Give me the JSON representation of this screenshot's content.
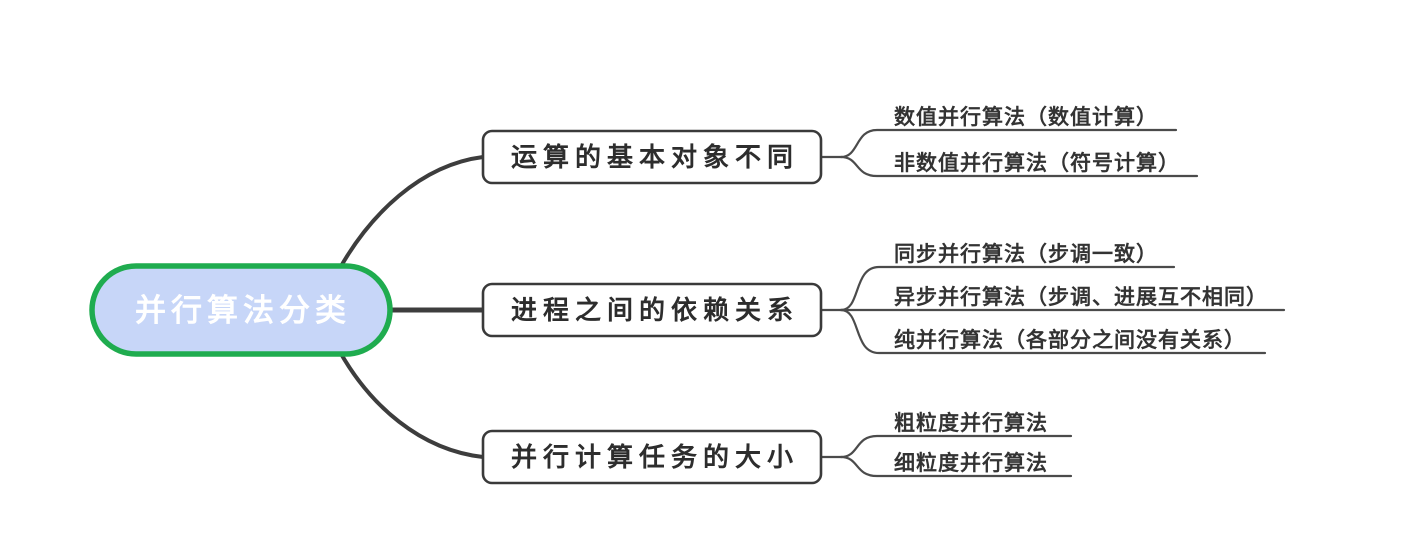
{
  "root": {
    "label": "并行算法分类"
  },
  "branches": [
    {
      "label": "运算的基本对象不同",
      "children": [
        {
          "label": "数值并行算法（数值计算）"
        },
        {
          "label": "非数值并行算法（符号计算）"
        }
      ]
    },
    {
      "label": "进程之间的依赖关系",
      "children": [
        {
          "label": "同步并行算法（步调一致）"
        },
        {
          "label": "异步并行算法（步调、进展互不相同）"
        },
        {
          "label": "纯并行算法（各部分之间没有关系）"
        }
      ]
    },
    {
      "label": "并行计算任务的大小",
      "children": [
        {
          "label": "粗粒度并行算法"
        },
        {
          "label": "细粒度并行算法"
        }
      ]
    }
  ],
  "colors": {
    "background": "#ffffff",
    "root_fill": "#c7d6f8",
    "root_border": "#1fac4f",
    "root_text": "#ffffff",
    "node_fill": "#ffffff",
    "node_border": "#3a3a3a",
    "node_text": "#2d2d2d",
    "main_line": "#3d3d3d",
    "child_line": "#4b4b4b",
    "child_text": "#333333"
  }
}
